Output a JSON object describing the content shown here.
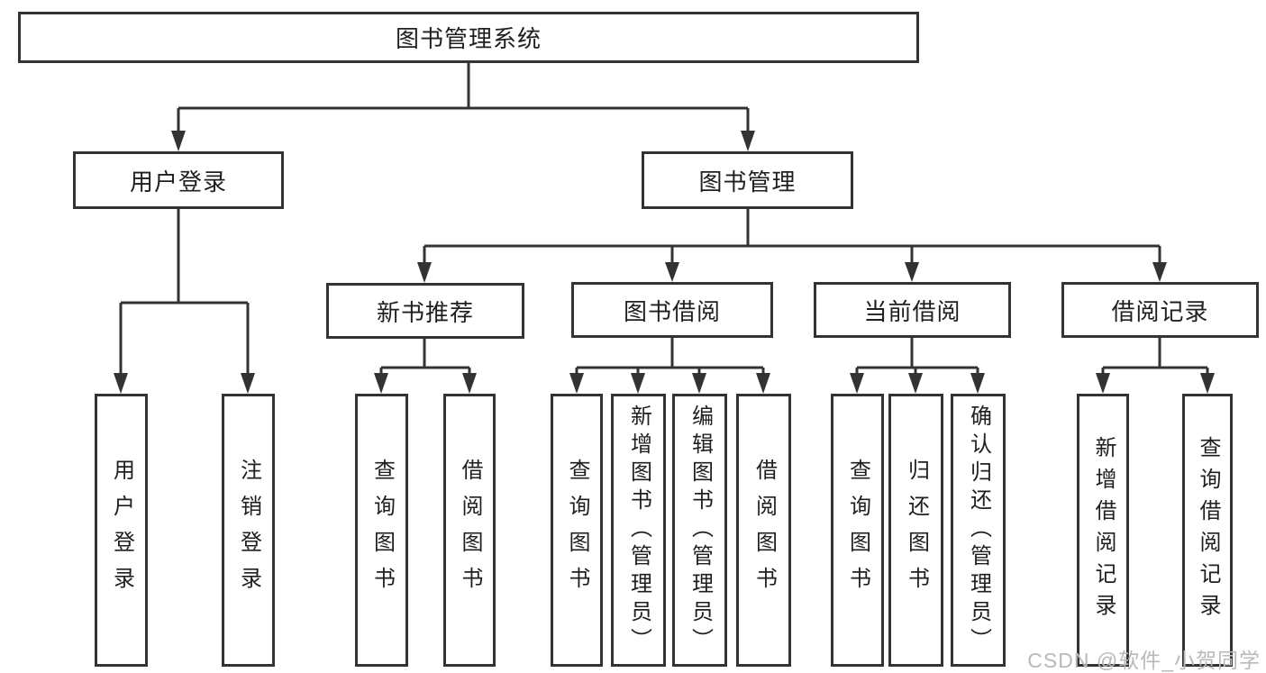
{
  "nodes": {
    "root": "图书管理系统",
    "userLogin": "用户登录",
    "bookMgmt": "图书管理",
    "newBook": "新书推荐",
    "bookBorrow": "图书借阅",
    "currentBorrow": "当前借阅",
    "borrowRecord": "借阅记录",
    "leafUserLogin": "用户登录",
    "leafLogout": "注销登录",
    "leafNbQuery": "查询图书",
    "leafNbBorrow": "借阅图书",
    "leafBbQuery": "查询图书",
    "leafBbAdd": "新增图书（管理员）",
    "leafBbEdit": "编辑图书（管理员）",
    "leafBbBorrow": "借阅图书",
    "leafCbQuery": "查询图书",
    "leafCbReturn": "归还图书",
    "leafCbConfirm": "确认归还（管理员）",
    "leafBrAdd": "新增借阅记录",
    "leafBrQuery": "查询借阅记录"
  },
  "watermark": "CSDN @软件_小贺同学",
  "colors": {
    "line": "#333333",
    "text": "#1f1f1f",
    "watermark": "#b9b9b9",
    "background": "#ffffff"
  }
}
